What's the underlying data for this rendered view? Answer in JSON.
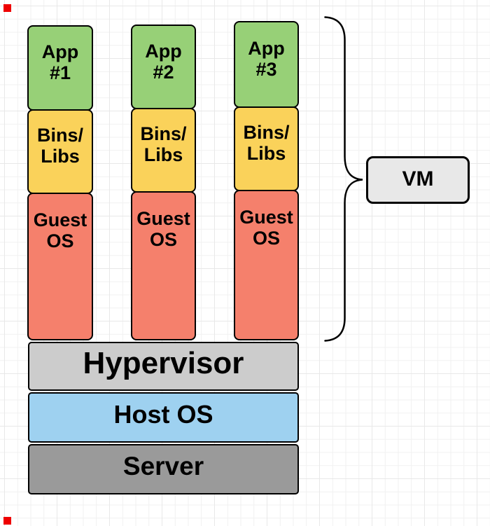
{
  "diagram": {
    "stacks": [
      {
        "app": "App\n#1",
        "bins": "Bins/\nLibs",
        "guest": "Guest\nOS"
      },
      {
        "app": "App\n#2",
        "bins": "Bins/\nLibs",
        "guest": "Guest\nOS"
      },
      {
        "app": "App\n#3",
        "bins": "Bins/\nLibs",
        "guest": "Guest\nOS"
      }
    ],
    "layers": {
      "hypervisor": "Hypervisor",
      "host_os": "Host OS",
      "server": "Server"
    },
    "vm": {
      "label": "VM"
    }
  },
  "colors": {
    "app_green": "#97D077",
    "bins_yellow": "#FAD25A",
    "guest_red": "#F5806C",
    "hypervisor_gray": "#CCCCCC",
    "host_os_blue": "#9ED1F0",
    "server_gray": "#9A9A9A",
    "vm_fill": "#E8E8E8",
    "border_black": "#000000",
    "corner_marker_red": "#EE0000"
  }
}
